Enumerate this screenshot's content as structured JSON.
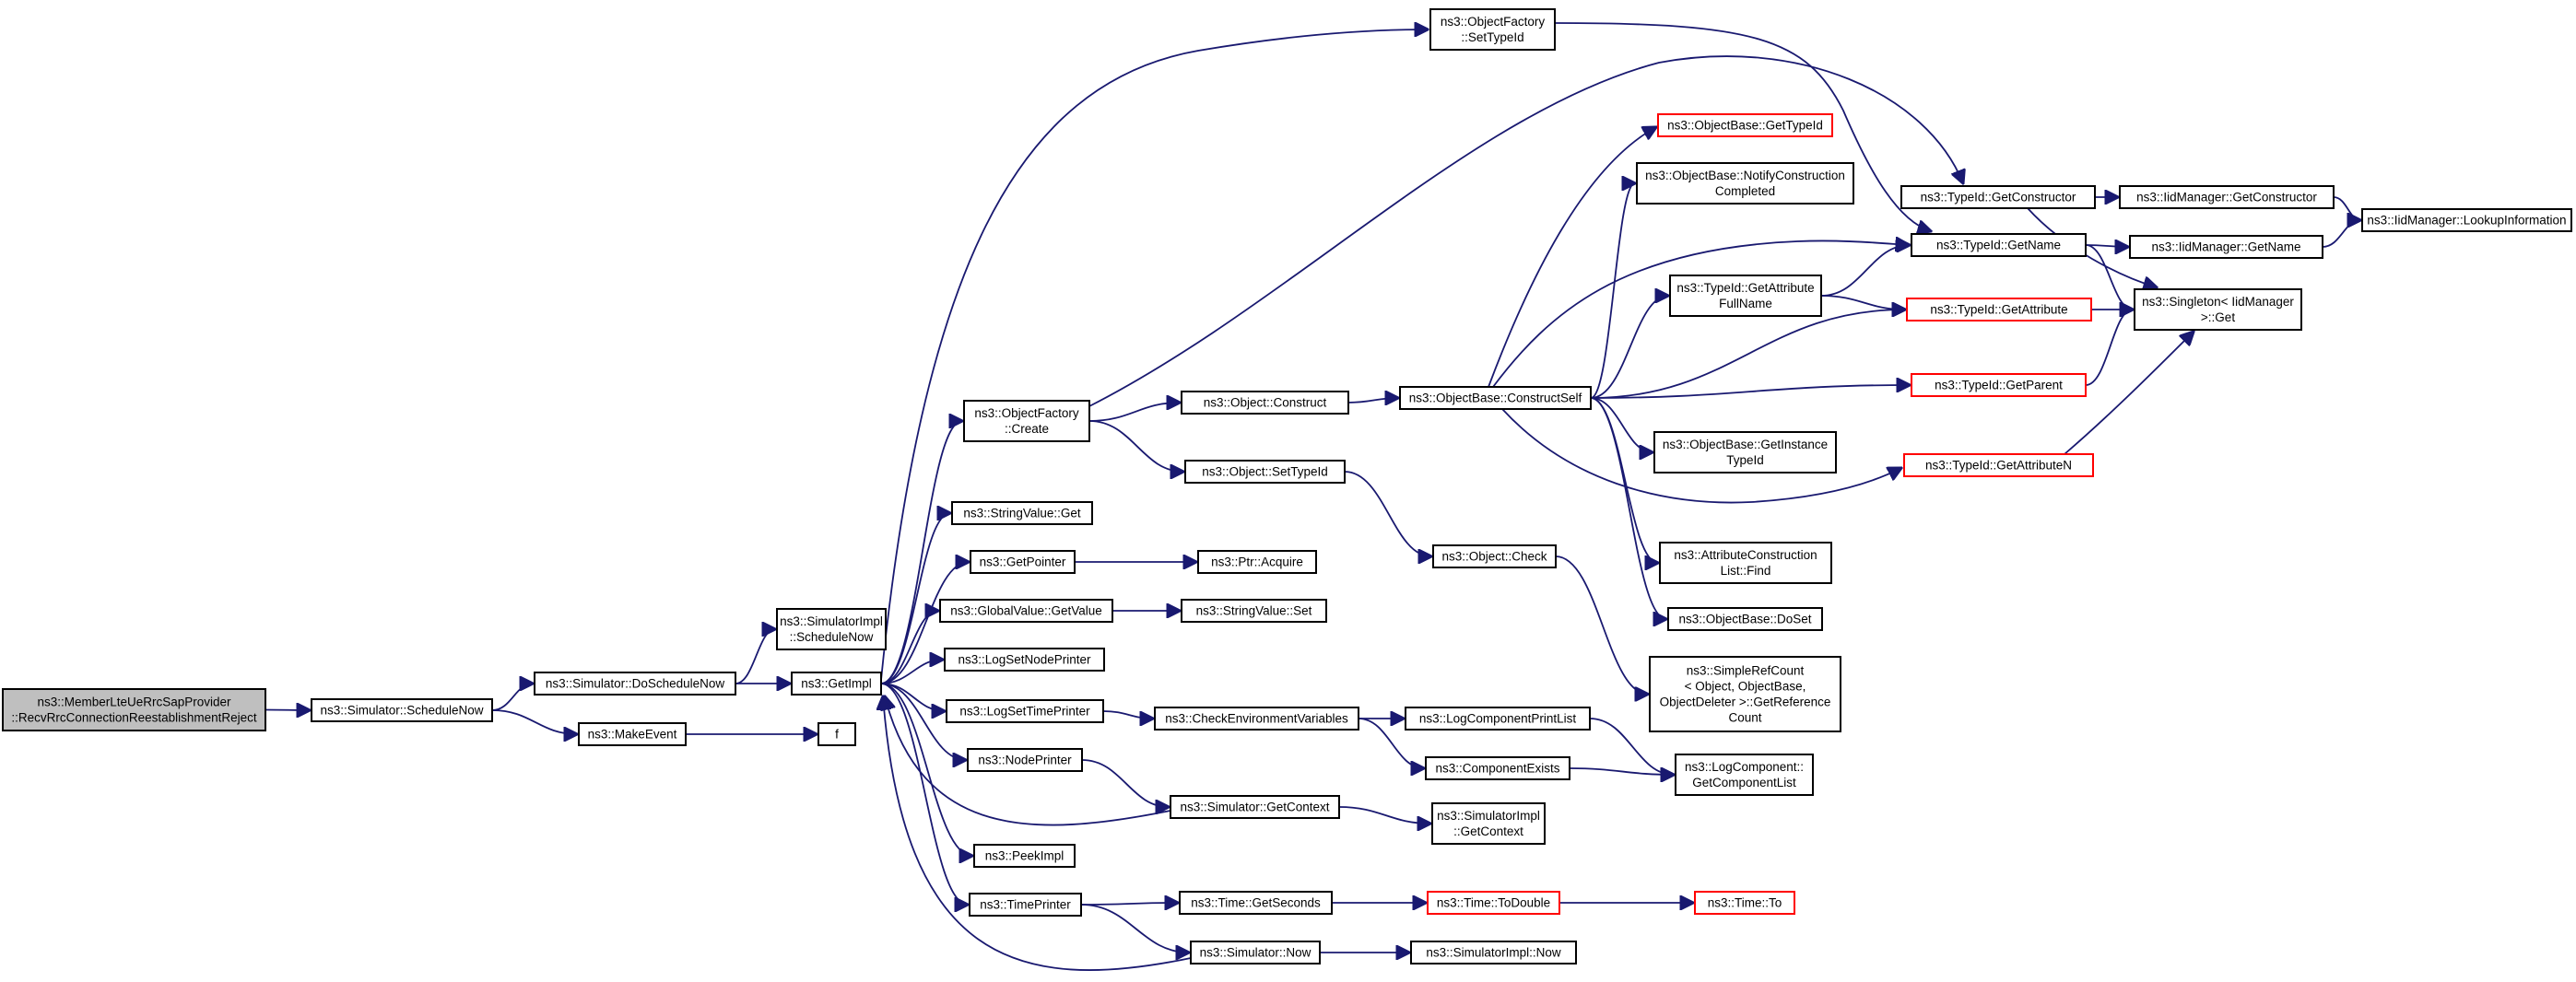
{
  "nodes": [
    {
      "id": "root",
      "lines": [
        "ns3::MemberLteUeRrcSapProvider",
        "::RecvRrcConnectionReestablishmentReject"
      ],
      "style": "root"
    },
    {
      "id": "sim_schedulenow",
      "lines": [
        "ns3::Simulator::ScheduleNow"
      ],
      "style": "normal"
    },
    {
      "id": "sim_doschedulenow",
      "lines": [
        "ns3::Simulator::DoScheduleNow"
      ],
      "style": "normal"
    },
    {
      "id": "makeevent",
      "lines": [
        "ns3::MakeEvent"
      ],
      "style": "normal"
    },
    {
      "id": "simimpl_schedulenow",
      "lines": [
        "ns3::SimulatorImpl",
        "::ScheduleNow"
      ],
      "style": "normal"
    },
    {
      "id": "getimpl",
      "lines": [
        "ns3::GetImpl"
      ],
      "style": "normal"
    },
    {
      "id": "f",
      "lines": [
        "f"
      ],
      "style": "normal"
    },
    {
      "id": "objfactory_create",
      "lines": [
        "ns3::ObjectFactory",
        "::Create"
      ],
      "style": "normal"
    },
    {
      "id": "stringvalue_get",
      "lines": [
        "ns3::StringValue::Get"
      ],
      "style": "normal"
    },
    {
      "id": "getpointer",
      "lines": [
        "ns3::GetPointer"
      ],
      "style": "normal"
    },
    {
      "id": "globalvalue_getvalue",
      "lines": [
        "ns3::GlobalValue::GetValue"
      ],
      "style": "normal"
    },
    {
      "id": "logsetnodeprinter",
      "lines": [
        "ns3::LogSetNodePrinter"
      ],
      "style": "normal"
    },
    {
      "id": "logsettimeprinter",
      "lines": [
        "ns3::LogSetTimePrinter"
      ],
      "style": "normal"
    },
    {
      "id": "nodeprinter",
      "lines": [
        "ns3::NodePrinter"
      ],
      "style": "normal"
    },
    {
      "id": "peekimpl",
      "lines": [
        "ns3::PeekImpl"
      ],
      "style": "normal"
    },
    {
      "id": "timeprinter",
      "lines": [
        "ns3::TimePrinter"
      ],
      "style": "normal"
    },
    {
      "id": "objfactory_settypeid",
      "lines": [
        "ns3::ObjectFactory",
        "::SetTypeId"
      ],
      "style": "normal"
    },
    {
      "id": "object_construct",
      "lines": [
        "ns3::Object::Construct"
      ],
      "style": "normal"
    },
    {
      "id": "object_settypeid",
      "lines": [
        "ns3::Object::SetTypeId"
      ],
      "style": "normal"
    },
    {
      "id": "ptr_acquire",
      "lines": [
        "ns3::Ptr::Acquire"
      ],
      "style": "normal"
    },
    {
      "id": "stringvalue_set",
      "lines": [
        "ns3::StringValue::Set"
      ],
      "style": "normal"
    },
    {
      "id": "checkenvvars",
      "lines": [
        "ns3::CheckEnvironmentVariables"
      ],
      "style": "normal"
    },
    {
      "id": "sim_getcontext",
      "lines": [
        "ns3::Simulator::GetContext"
      ],
      "style": "normal"
    },
    {
      "id": "time_getseconds",
      "lines": [
        "ns3::Time::GetSeconds"
      ],
      "style": "normal"
    },
    {
      "id": "sim_now",
      "lines": [
        "ns3::Simulator::Now"
      ],
      "style": "normal"
    },
    {
      "id": "objbase_constructself",
      "lines": [
        "ns3::ObjectBase::ConstructSelf"
      ],
      "style": "normal"
    },
    {
      "id": "object_check",
      "lines": [
        "ns3::Object::Check"
      ],
      "style": "normal"
    },
    {
      "id": "logcomponentprintlist",
      "lines": [
        "ns3::LogComponentPrintList"
      ],
      "style": "normal"
    },
    {
      "id": "componentexists",
      "lines": [
        "ns3::ComponentExists"
      ],
      "style": "normal"
    },
    {
      "id": "simimpl_getcontext",
      "lines": [
        "ns3::SimulatorImpl",
        "::GetContext"
      ],
      "style": "normal"
    },
    {
      "id": "time_todouble",
      "lines": [
        "ns3::Time::ToDouble"
      ],
      "style": "red"
    },
    {
      "id": "simimpl_now",
      "lines": [
        "ns3::SimulatorImpl::Now"
      ],
      "style": "normal"
    },
    {
      "id": "objbase_gettypeid",
      "lines": [
        "ns3::ObjectBase::GetTypeId"
      ],
      "style": "red"
    },
    {
      "id": "objbase_notify",
      "lines": [
        "ns3::ObjectBase::NotifyConstruction",
        "Completed"
      ],
      "style": "normal"
    },
    {
      "id": "typeid_getattrfullname",
      "lines": [
        "ns3::TypeId::GetAttribute",
        "FullName"
      ],
      "style": "normal"
    },
    {
      "id": "objbase_getinstancetypeid",
      "lines": [
        "ns3::ObjectBase::GetInstance",
        "TypeId"
      ],
      "style": "normal"
    },
    {
      "id": "attrconstructionlist_find",
      "lines": [
        "ns3::AttributeConstruction",
        "List::Find"
      ],
      "style": "normal"
    },
    {
      "id": "objbase_doset",
      "lines": [
        "ns3::ObjectBase::DoSet"
      ],
      "style": "normal"
    },
    {
      "id": "simplerefcount",
      "lines": [
        "ns3::SimpleRefCount",
        "< Object, ObjectBase,",
        "ObjectDeleter >::GetReference",
        "Count"
      ],
      "style": "normal"
    },
    {
      "id": "logcomponent_getlist",
      "lines": [
        "ns3::LogComponent::",
        "GetComponentList"
      ],
      "style": "normal"
    },
    {
      "id": "time_to",
      "lines": [
        "ns3::Time::To"
      ],
      "style": "red"
    },
    {
      "id": "typeid_getconstructor",
      "lines": [
        "ns3::TypeId::GetConstructor"
      ],
      "style": "normal"
    },
    {
      "id": "typeid_getname",
      "lines": [
        "ns3::TypeId::GetName"
      ],
      "style": "normal"
    },
    {
      "id": "typeid_getattribute",
      "lines": [
        "ns3::TypeId::GetAttribute"
      ],
      "style": "red"
    },
    {
      "id": "typeid_getparent",
      "lines": [
        "ns3::TypeId::GetParent"
      ],
      "style": "red"
    },
    {
      "id": "typeid_getattributen",
      "lines": [
        "ns3::TypeId::GetAttributeN"
      ],
      "style": "red"
    },
    {
      "id": "iidmanager_getconstructor",
      "lines": [
        "ns3::IidManager::GetConstructor"
      ],
      "style": "normal"
    },
    {
      "id": "iidmanager_getname",
      "lines": [
        "ns3::IidManager::GetName"
      ],
      "style": "normal"
    },
    {
      "id": "singleton_get",
      "lines": [
        "ns3::Singleton< IidManager",
        ">::Get"
      ],
      "style": "normal"
    },
    {
      "id": "iidmanager_lookupinfo",
      "lines": [
        "ns3::IidManager::LookupInformation"
      ],
      "style": "normal"
    }
  ],
  "edges": [
    {
      "from": "root",
      "to": "sim_schedulenow"
    },
    {
      "from": "sim_schedulenow",
      "to": "sim_doschedulenow"
    },
    {
      "from": "sim_schedulenow",
      "to": "makeevent"
    },
    {
      "from": "sim_doschedulenow",
      "to": "simimpl_schedulenow"
    },
    {
      "from": "sim_doschedulenow",
      "to": "getimpl"
    },
    {
      "from": "makeevent",
      "to": "f"
    },
    {
      "from": "getimpl",
      "to": "objfactory_settypeid"
    },
    {
      "from": "getimpl",
      "to": "objfactory_create"
    },
    {
      "from": "getimpl",
      "to": "stringvalue_get"
    },
    {
      "from": "getimpl",
      "to": "getpointer"
    },
    {
      "from": "getimpl",
      "to": "globalvalue_getvalue"
    },
    {
      "from": "getimpl",
      "to": "logsetnodeprinter"
    },
    {
      "from": "getimpl",
      "to": "logsettimeprinter"
    },
    {
      "from": "getimpl",
      "to": "nodeprinter"
    },
    {
      "from": "getimpl",
      "to": "peekimpl"
    },
    {
      "from": "getimpl",
      "to": "timeprinter"
    },
    {
      "from": "objfactory_create",
      "to": "object_construct"
    },
    {
      "from": "objfactory_create",
      "to": "object_settypeid"
    },
    {
      "from": "objfactory_create",
      "to": "typeid_getconstructor"
    },
    {
      "from": "objfactory_settypeid",
      "to": "typeid_getname"
    },
    {
      "from": "getpointer",
      "to": "ptr_acquire"
    },
    {
      "from": "globalvalue_getvalue",
      "to": "stringvalue_set"
    },
    {
      "from": "logsettimeprinter",
      "to": "checkenvvars"
    },
    {
      "from": "nodeprinter",
      "to": "sim_getcontext"
    },
    {
      "from": "sim_getcontext",
      "to": "getimpl"
    },
    {
      "from": "sim_getcontext",
      "to": "simimpl_getcontext"
    },
    {
      "from": "timeprinter",
      "to": "time_getseconds"
    },
    {
      "from": "timeprinter",
      "to": "sim_now"
    },
    {
      "from": "sim_now",
      "to": "getimpl"
    },
    {
      "from": "sim_now",
      "to": "simimpl_now"
    },
    {
      "from": "object_construct",
      "to": "objbase_constructself"
    },
    {
      "from": "object_settypeid",
      "to": "object_check"
    },
    {
      "from": "object_check",
      "to": "simplerefcount"
    },
    {
      "from": "checkenvvars",
      "to": "logcomponentprintlist"
    },
    {
      "from": "checkenvvars",
      "to": "componentexists"
    },
    {
      "from": "logcomponentprintlist",
      "to": "logcomponent_getlist"
    },
    {
      "from": "componentexists",
      "to": "logcomponent_getlist"
    },
    {
      "from": "time_getseconds",
      "to": "time_todouble"
    },
    {
      "from": "time_todouble",
      "to": "time_to"
    },
    {
      "from": "objbase_constructself",
      "to": "objbase_gettypeid"
    },
    {
      "from": "objbase_constructself",
      "to": "objbase_notify"
    },
    {
      "from": "objbase_constructself",
      "to": "typeid_getname"
    },
    {
      "from": "objbase_constructself",
      "to": "typeid_getattrfullname"
    },
    {
      "from": "objbase_constructself",
      "to": "typeid_getattribute"
    },
    {
      "from": "objbase_constructself",
      "to": "typeid_getparent"
    },
    {
      "from": "objbase_constructself",
      "to": "objbase_getinstancetypeid"
    },
    {
      "from": "objbase_constructself",
      "to": "typeid_getattributen"
    },
    {
      "from": "objbase_constructself",
      "to": "attrconstructionlist_find"
    },
    {
      "from": "objbase_constructself",
      "to": "objbase_doset"
    },
    {
      "from": "typeid_getattrfullname",
      "to": "typeid_getname"
    },
    {
      "from": "typeid_getattrfullname",
      "to": "typeid_getattribute"
    },
    {
      "from": "typeid_getconstructor",
      "to": "iidmanager_getconstructor"
    },
    {
      "from": "typeid_getconstructor",
      "to": "singleton_get"
    },
    {
      "from": "typeid_getname",
      "to": "iidmanager_getname"
    },
    {
      "from": "typeid_getname",
      "to": "singleton_get"
    },
    {
      "from": "typeid_getattribute",
      "to": "singleton_get"
    },
    {
      "from": "typeid_getparent",
      "to": "singleton_get"
    },
    {
      "from": "typeid_getattributen",
      "to": "singleton_get"
    },
    {
      "from": "iidmanager_getconstructor",
      "to": "iidmanager_lookupinfo"
    },
    {
      "from": "iidmanager_getname",
      "to": "iidmanager_lookupinfo"
    }
  ]
}
